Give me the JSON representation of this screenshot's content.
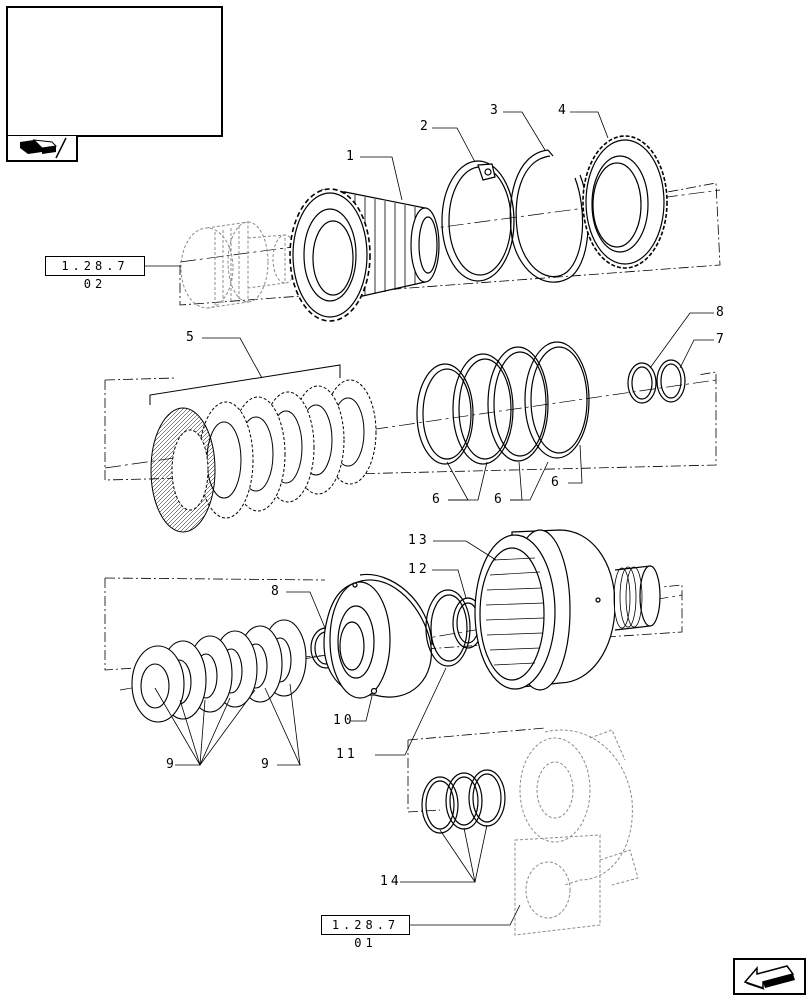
{
  "references": [
    {
      "id": "ref-top",
      "text": "1.28.7 02"
    },
    {
      "id": "ref-bottom",
      "text": "1.28.7 01"
    }
  ],
  "callouts": [
    "1",
    "2",
    "3",
    "4",
    "5",
    "8",
    "7",
    "6",
    "6",
    "6",
    "13",
    "12",
    "8",
    "10",
    "11",
    "9",
    "9",
    "14"
  ],
  "icons": {
    "thumbnail": "transmission-housing-thumbnail",
    "tab": "book-icon",
    "nav": "next-page-arrow-icon"
  },
  "colors": {
    "line": "#000000",
    "ghost": "#9a9a9a",
    "background": "#ffffff"
  }
}
